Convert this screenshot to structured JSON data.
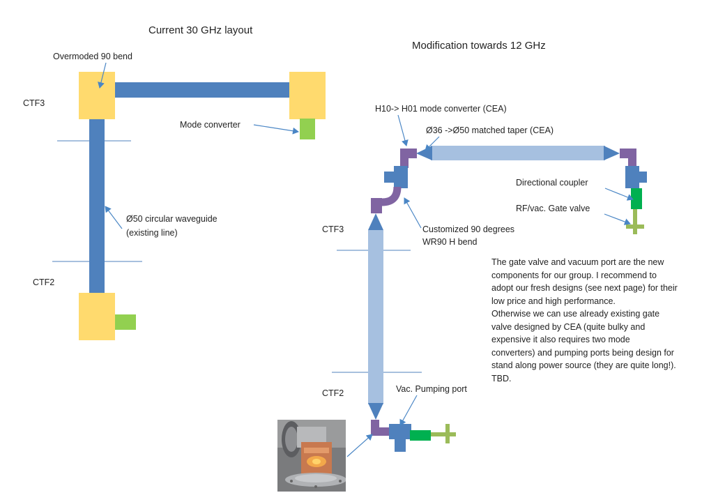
{
  "left": {
    "title": "Current 30 GHz layout",
    "overmoded_bend": "Overmoded  90 bend",
    "ctf3": "CTF3",
    "mode_converter": "Mode converter",
    "circular_wg_line1": "Ø50 circular waveguide",
    "circular_wg_line2": "(existing line)",
    "ctf2": "CTF2"
  },
  "right": {
    "title": "Modification towards 12 GHz",
    "h10_converter": "H10-> H01 mode converter (CEA)",
    "taper": "Ø36 ->Ø50 matched taper (CEA)",
    "directional_coupler": "Directional coupler",
    "gate_valve": "RF/vac. Gate valve",
    "ctf3": "CTF3",
    "bend_line1": "Customized  90 degrees",
    "bend_line2": "WR90 H bend",
    "ctf2": "CTF2",
    "pumping_port": "Vac. Pumping port"
  },
  "note_lines": [
    "The gate valve and vacuum port are the new",
    "components for our group. I recommend to",
    "adopt our fresh designs (see next page) for their",
    "low price and high performance.",
    "Otherwise we can use already existing gate",
    "valve designed by CEA (quite bulky and",
    "expensive it also requires  two mode",
    "converters) and pumping ports being design for",
    "stand along power source (they are quite long!).",
    "TBD."
  ],
  "colors": {
    "yellow_block": "#FFDA6E",
    "blue_guide": "#4F81BD",
    "light_guide": "#A6C0E0",
    "green": "#92D050",
    "dark_green": "#00B050",
    "purple": "#8064A2",
    "olive": "#9BBB59",
    "arrow": "#4A86C5"
  },
  "photo_icon": "copper-cavity-photo-icon"
}
